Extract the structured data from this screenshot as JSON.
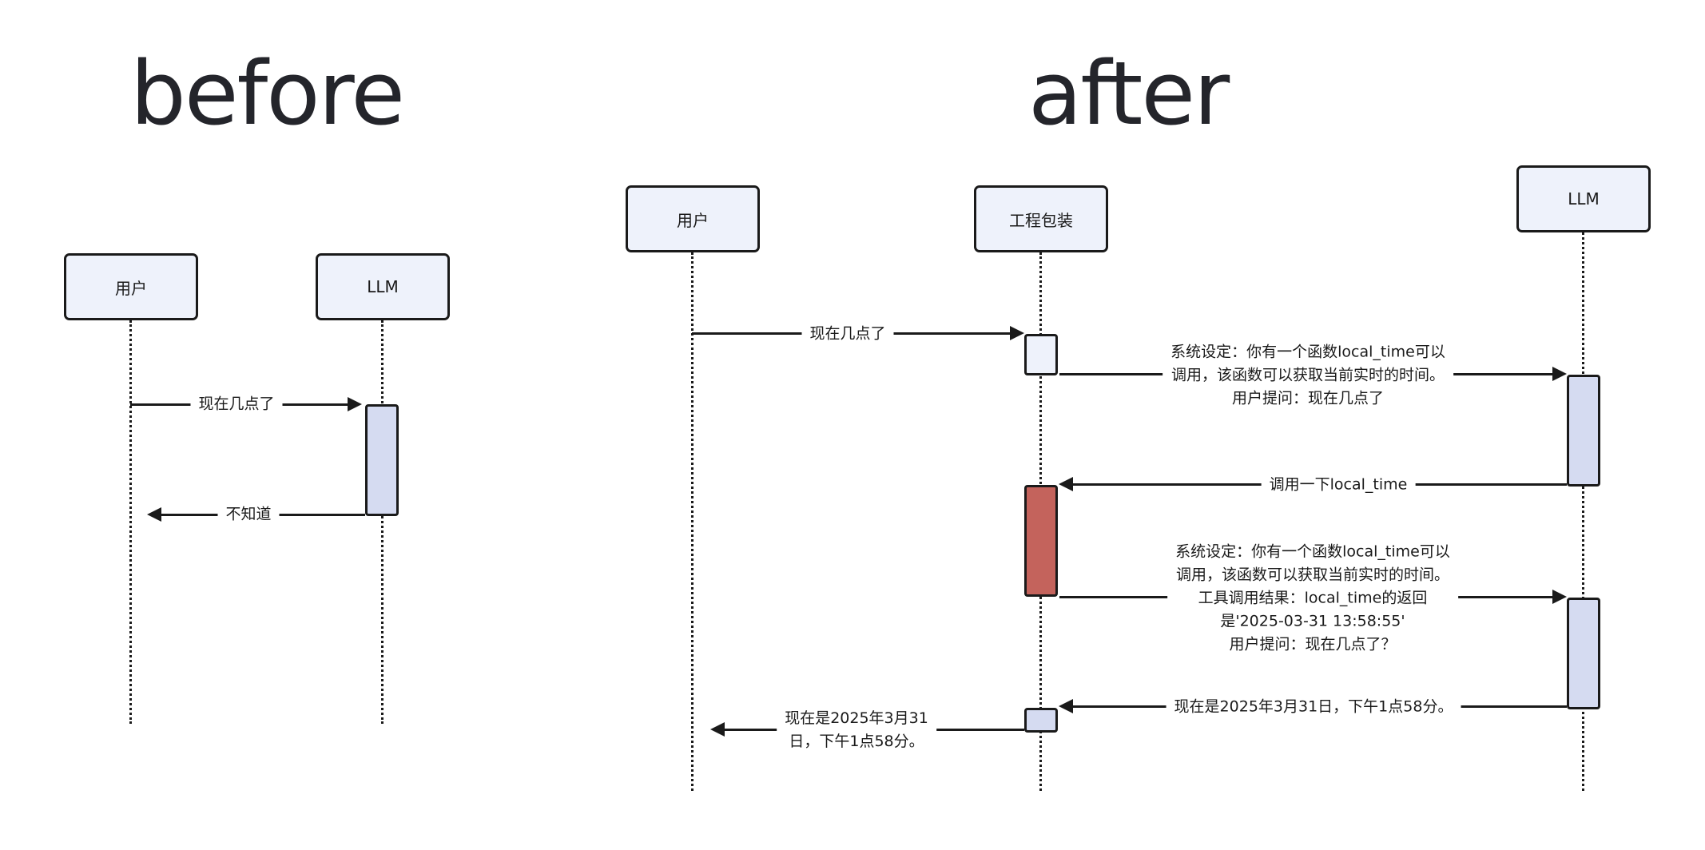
{
  "before": {
    "title": "before",
    "actors": {
      "user": "用户",
      "llm": "LLM"
    },
    "messages": {
      "ask": "现在几点了",
      "reply": "不知道"
    }
  },
  "after": {
    "title": "after",
    "actors": {
      "user": "用户",
      "wrapper": "工程包装",
      "llm": "LLM"
    },
    "messages": {
      "ask": "现在几点了",
      "prompt1": "系统设定：你有一个函数local_time可以\n调用，该函数可以获取当前实时的时间。\n用户提问：现在几点了",
      "tool_call": "调用一下local_time",
      "prompt2": "系统设定：你有一个函数local_time可以\n调用，该函数可以获取当前实时的时间。\n工具调用结果：local_time的返回\n是'2025-03-31 13:58:55'\n用户提问：现在几点了？",
      "llm_answer": "现在是2025年3月31日，下午1点58分。",
      "final_answer": "现在是2025年3月31\n日，下午1点58分。"
    }
  },
  "colors": {
    "actor_fill": "#eef2fb",
    "activation_fill": "#d5dbf1",
    "tool_activation_fill": "#c4635c",
    "stroke": "#1a1a1a"
  }
}
